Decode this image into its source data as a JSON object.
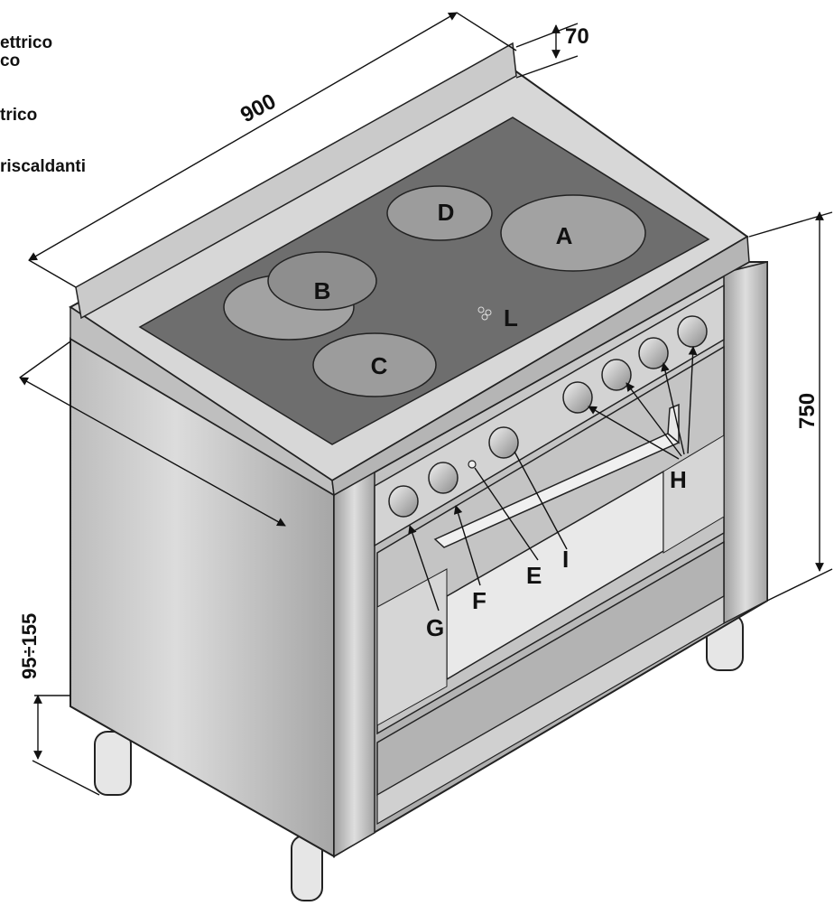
{
  "legend": {
    "lines": [
      "ettrico",
      "co",
      "trico",
      "riscaldanti"
    ]
  },
  "dimensions": {
    "width": "900",
    "backsplash": "70",
    "height": "750",
    "feet": "95÷155"
  },
  "zones": {
    "a": "A",
    "b": "B",
    "c": "C",
    "d": "D"
  },
  "callouts": {
    "l": "L",
    "h": "H",
    "i": "I",
    "e": "E",
    "f": "F",
    "g": "G"
  },
  "colors": {
    "steel_light": "#d8d8d8",
    "steel_mid": "#b9b9b9",
    "steel_dark": "#8e8e8e",
    "glass_top": "#6e6e6e",
    "zone_fill": "#9a9a9a",
    "outline": "#222222"
  }
}
